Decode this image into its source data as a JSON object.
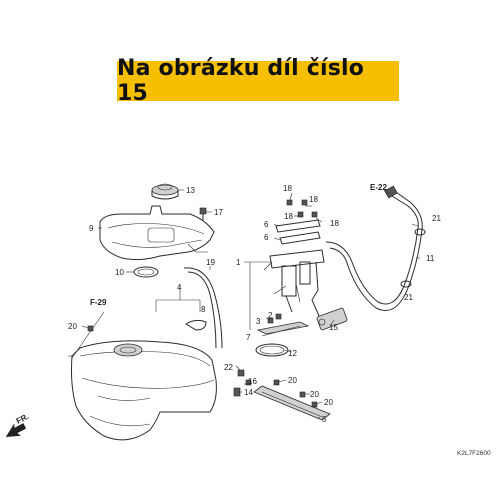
{
  "banner": {
    "text": "Na obrázku díl číslo 15",
    "color": "#f6c000"
  },
  "diagram_code": "K2L7F2600",
  "direction_marker": "FR.",
  "references": [
    "E-22",
    "F-29"
  ],
  "parts": {
    "p1": "1",
    "p2": "2",
    "p3": "3",
    "p4": "4",
    "p5": "5",
    "p6a": "6",
    "p6b": "6",
    "p7": "7",
    "p8": "8",
    "p9": "9",
    "p10": "10",
    "p11": "11",
    "p12": "12",
    "p13": "13",
    "p14": "14",
    "p15": "15",
    "p16": "16",
    "p17": "17",
    "p18a": "18",
    "p18b": "18",
    "p18c": "18",
    "p18d": "18",
    "p19": "19",
    "p20a": "20",
    "p20b": "20",
    "p20c": "20",
    "p20d": "20",
    "p21a": "21",
    "p21b": "21",
    "p22": "22"
  }
}
